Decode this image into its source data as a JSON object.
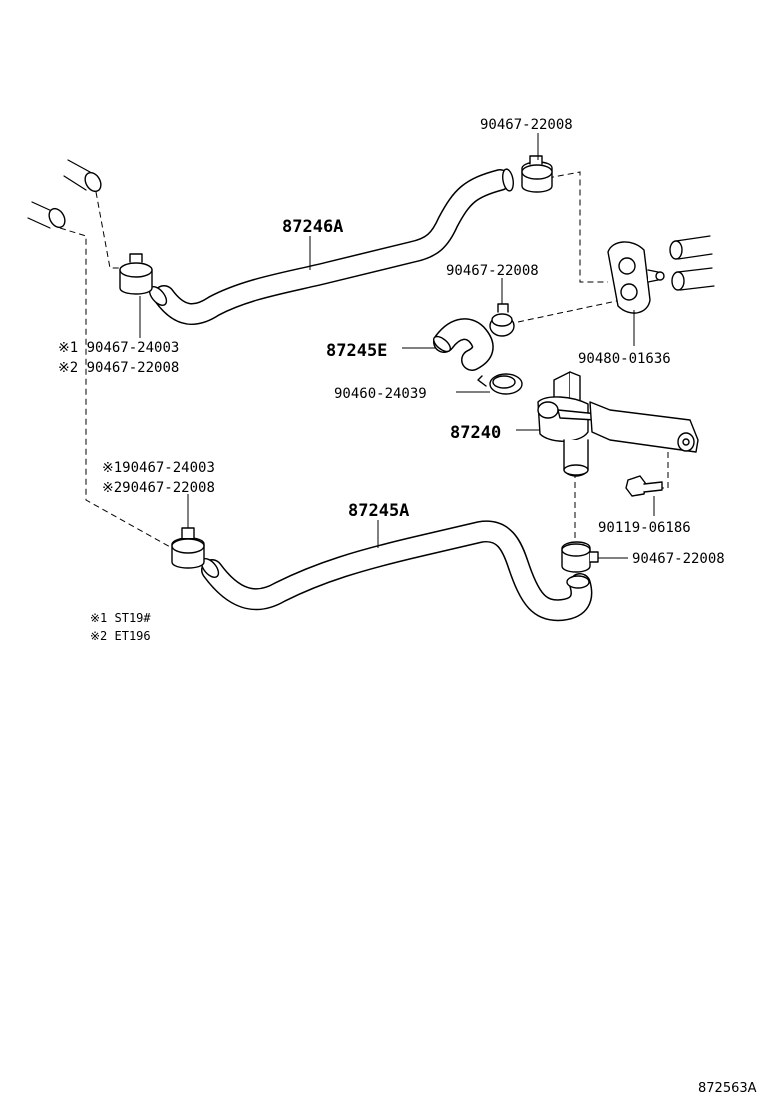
{
  "labels": {
    "hose_upper": "87246A",
    "hose_lower": "87245A",
    "hose_elbow": "87245E",
    "valve": "87240",
    "clamp_top": "90467-22008",
    "clamp_mid": "90467-22008",
    "clamp_bottom_right": "90467-22008",
    "grommet": "90480-01636",
    "clamp_elbow": "90460-24039",
    "bolt": "90119-06186",
    "upper_left_1": "※1 90467-24003",
    "upper_left_2": "※2 90467-22008",
    "lower_left_1": "※190467-24003",
    "lower_left_2": "※290467-22008"
  },
  "notes": {
    "note1": "※1 ST19#",
    "note2": "※2 ET196"
  },
  "diagram_code": "872563A"
}
